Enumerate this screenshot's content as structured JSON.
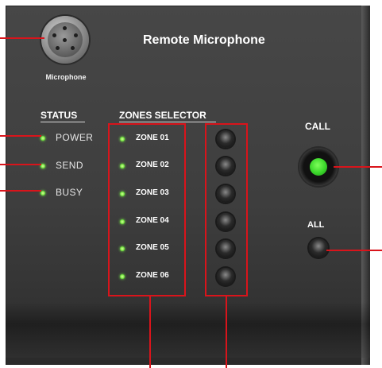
{
  "header": {
    "title": "Remote Microphone",
    "connector_label": "Microphone"
  },
  "status": {
    "heading": "STATUS",
    "items": [
      {
        "label": "POWER"
      },
      {
        "label": "SEND"
      },
      {
        "label": "BUSY"
      }
    ]
  },
  "zones": {
    "heading": "ZONES SELECTOR",
    "items": [
      {
        "label": "ZONE 01"
      },
      {
        "label": "ZONE 02"
      },
      {
        "label": "ZONE 03"
      },
      {
        "label": "ZONE 04"
      },
      {
        "label": "ZONE 05"
      },
      {
        "label": "ZONE 06"
      }
    ]
  },
  "controls": {
    "call_label": "CALL",
    "all_label": "ALL"
  },
  "colors": {
    "panel": "#424242",
    "led_green": "#6fe33c",
    "call_green": "#3ad62a",
    "callout_red": "#d9141b"
  }
}
